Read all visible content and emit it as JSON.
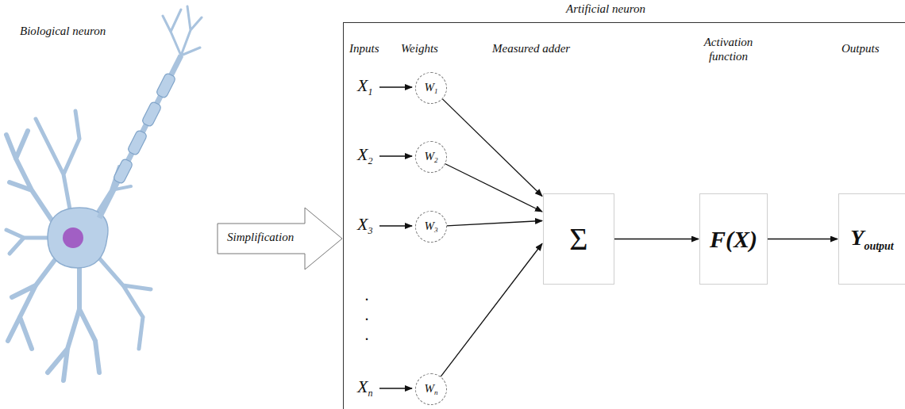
{
  "diagram": {
    "nodes": [
      {
        "text": [
          "Artificial neuron"
        ]
      },
      {
        "text": [
          "Simplification"
        ]
      },
      {
        "text": [
          "W1"
        ],
        "in": 0
      },
      {
        "text": [
          "W2"
        ],
        "in": 0
      },
      {
        "text": [
          "W3"
        ],
        "in": 0
      },
      {
        "text": [
          "Wn"
        ],
        "in": 0
      },
      {
        "text": [
          "Σ"
        ],
        "in": 0
      },
      {
        "text": [
          "F(X)"
        ],
        "in": 0
      },
      {
        "text": [
          "Youtput"
        ],
        "in": 0
      }
    ],
    "edges": [
      {
        "from": 2,
        "to": 6,
        "arrow": "to"
      },
      {
        "from": 3,
        "to": 6,
        "arrow": "to"
      },
      {
        "from": 4,
        "to": 6,
        "arrow": "to"
      },
      {
        "from": 5,
        "to": 6,
        "arrow": "to"
      },
      {
        "from": 6,
        "to": 7,
        "arrow": "to"
      },
      {
        "from": 7,
        "to": 8,
        "arrow": "to"
      }
    ],
    "labels": [
      "Biological neuron",
      "Inputs",
      "Weights",
      "Measured adder",
      "Activation function",
      "Outputs",
      "X1",
      "X2",
      "X3",
      ".",
      ".",
      ".",
      "Xn"
    ]
  }
}
